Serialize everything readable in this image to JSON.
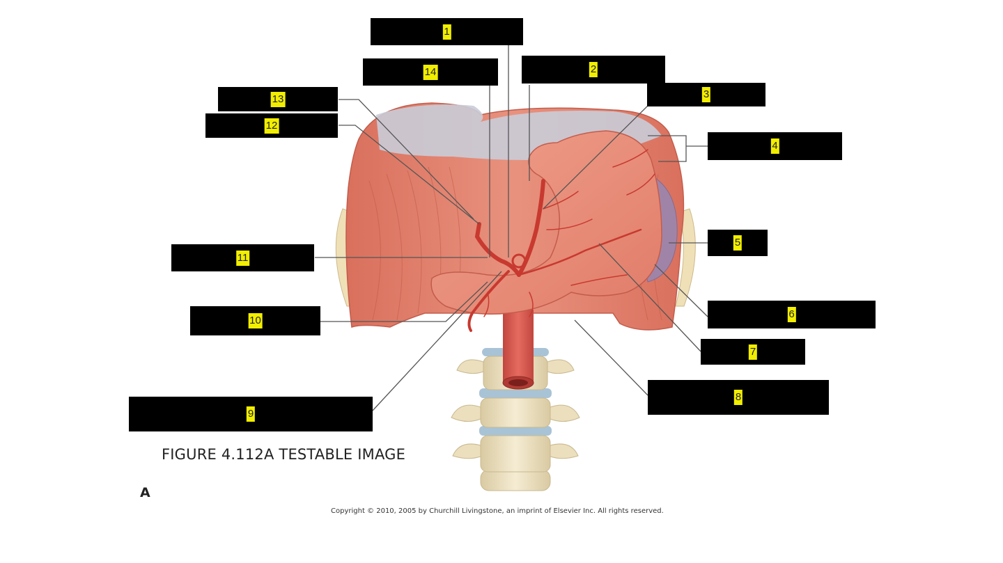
{
  "figure": {
    "caption": "FIGURE 4.112A TESTABLE IMAGE",
    "panel_letter": "A",
    "copyright": "Copyright © 2010, 2005 by Churchill Livingstone, an imprint of Elsevier Inc. All rights reserved."
  },
  "labels": [
    "1",
    "2",
    "3",
    "4",
    "5",
    "6",
    "7",
    "8",
    "9",
    "10",
    "11",
    "12",
    "13",
    "14"
  ],
  "colors": {
    "muscle": "#e07a66",
    "stomach": "#ea8a76",
    "aorta": "#d9534a",
    "spleen": "#9a86b0",
    "vertebra": "#efe4c6",
    "disc": "#a9c3d6",
    "diaphragm_top": "#c9ccd8",
    "label_box": "#000000",
    "label_highlight": "#f2ee00"
  }
}
